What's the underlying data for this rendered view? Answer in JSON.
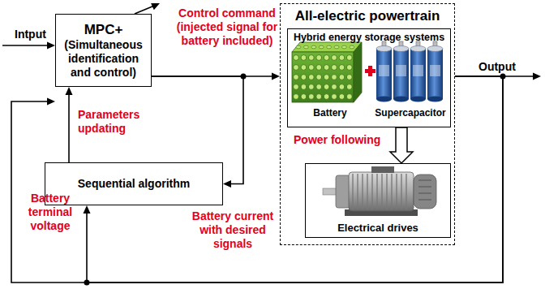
{
  "diagram": {
    "nodes": [
      {
        "text": [
          "MPC+",
          "(Simultaneous identification and control)"
        ]
      },
      {
        "text": [
          "All-electric powertrain"
        ]
      },
      {
        "text": [
          "Hybrid energy storage systems",
          "Battery",
          "Supercapacitor"
        ],
        "in": 1
      },
      {
        "text": [
          "Electrical drives"
        ],
        "in": 1
      },
      {
        "text": [
          "Sequential algorithm"
        ]
      }
    ],
    "edges": [
      {
        "from": 0,
        "to": 1,
        "label": "Control command (injected signal for battery included)",
        "arrow": "to"
      },
      {
        "from": 2,
        "to": 3,
        "label": "Power following",
        "arrow": "to"
      },
      {
        "from": 0,
        "to": 4,
        "label": "Battery current with desired signals",
        "arrow": "to"
      },
      {
        "from": 4,
        "to": 0,
        "label": "Parameters updating",
        "arrow": "to"
      },
      {
        "from": 1,
        "to": 4,
        "label": "Battery terminal voltage",
        "arrow": "to"
      },
      {
        "from": 1,
        "to": 0,
        "arrow": "to"
      }
    ],
    "labels": [
      "Intput",
      "Output"
    ]
  }
}
